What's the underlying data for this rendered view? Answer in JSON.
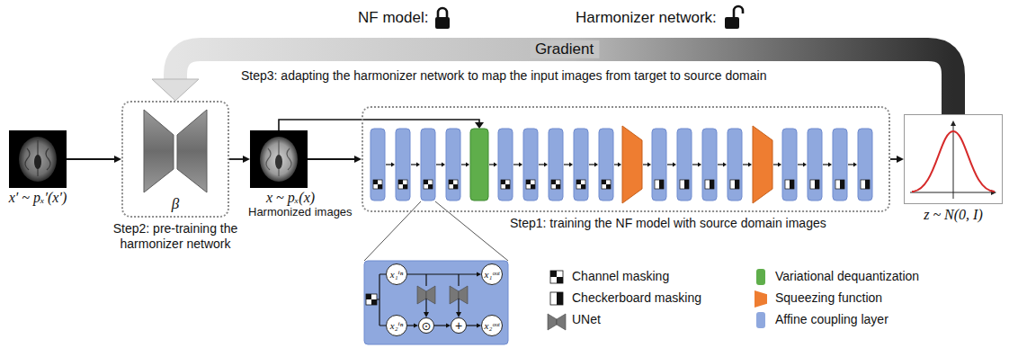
{
  "diagram": {
    "nodes": [
      {
        "text": [
          "x′ ~ pₓ′(x′)"
        ]
      },
      {
        "text": [
          "β",
          "Step2: pre-training the harmonizer network"
        ]
      },
      {
        "text": [
          "x ~ pₓ(x)",
          "Harmonized images"
        ]
      },
      {
        "text": [
          "Step1: training the NF model with source domain images"
        ]
      },
      {
        "text": [
          "z ~ N(0, I)"
        ]
      },
      {
        "text": [
          "x₁ⁱⁿ"
        ]
      },
      {
        "text": [
          "x₂ⁱⁿ"
        ]
      },
      {
        "text": [
          "x₁ᵒᵘᵗ"
        ]
      },
      {
        "text": [
          "x₂ᵒᵘᵗ"
        ]
      },
      {
        "text": [
          "⊙"
        ]
      },
      {
        "text": [
          "+"
        ]
      }
    ],
    "edges": [
      {
        "from": 0,
        "to": 1,
        "arrow": "to"
      },
      {
        "from": 1,
        "to": 2,
        "arrow": "to"
      },
      {
        "from": 2,
        "to": 3,
        "arrow": "to"
      },
      {
        "from": 3,
        "to": 4,
        "arrow": "to"
      },
      {
        "from": 4,
        "to": 1,
        "arrow": "to",
        "label": "Gradient"
      },
      {
        "from": 5,
        "to": 7,
        "arrow": "to"
      },
      {
        "from": 6,
        "to": 9,
        "arrow": "to"
      },
      {
        "from": 9,
        "to": 10,
        "arrow": "to"
      },
      {
        "from": 10,
        "to": 8,
        "arrow": "to"
      }
    ],
    "labels": [
      "NF model:",
      "Harmonizer network:",
      "Step3: adapting the harmonizer network to map the input images from target to source domain"
    ],
    "legend": [
      {
        "text": "Channel masking"
      },
      {
        "text": "Checkerboard masking"
      },
      {
        "text": "UNet"
      },
      {
        "text": "Variational dequantization",
        "color": "#5fae4b"
      },
      {
        "text": "Squeezing function",
        "color": "#ee7d31"
      },
      {
        "text": "Affine coupling layer",
        "color": "#8fa8de"
      }
    ]
  }
}
